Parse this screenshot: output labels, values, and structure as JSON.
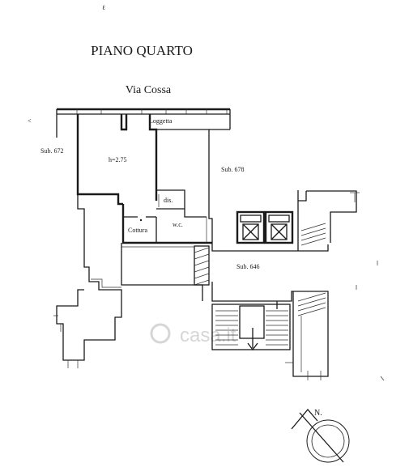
{
  "plan": {
    "title": "PIANO QUARTO",
    "street": "Via Cossa",
    "compass_label": "N.",
    "watermark": "casa.it",
    "labels": {
      "loggetta": "Loggetta",
      "sub672": "Sub. 672",
      "height": "h=2.75",
      "sub678": "Sub. 678",
      "dis": "dis.",
      "cottura": "Cottura",
      "wc": "w.c.",
      "sub646": "Sub. 646"
    }
  }
}
